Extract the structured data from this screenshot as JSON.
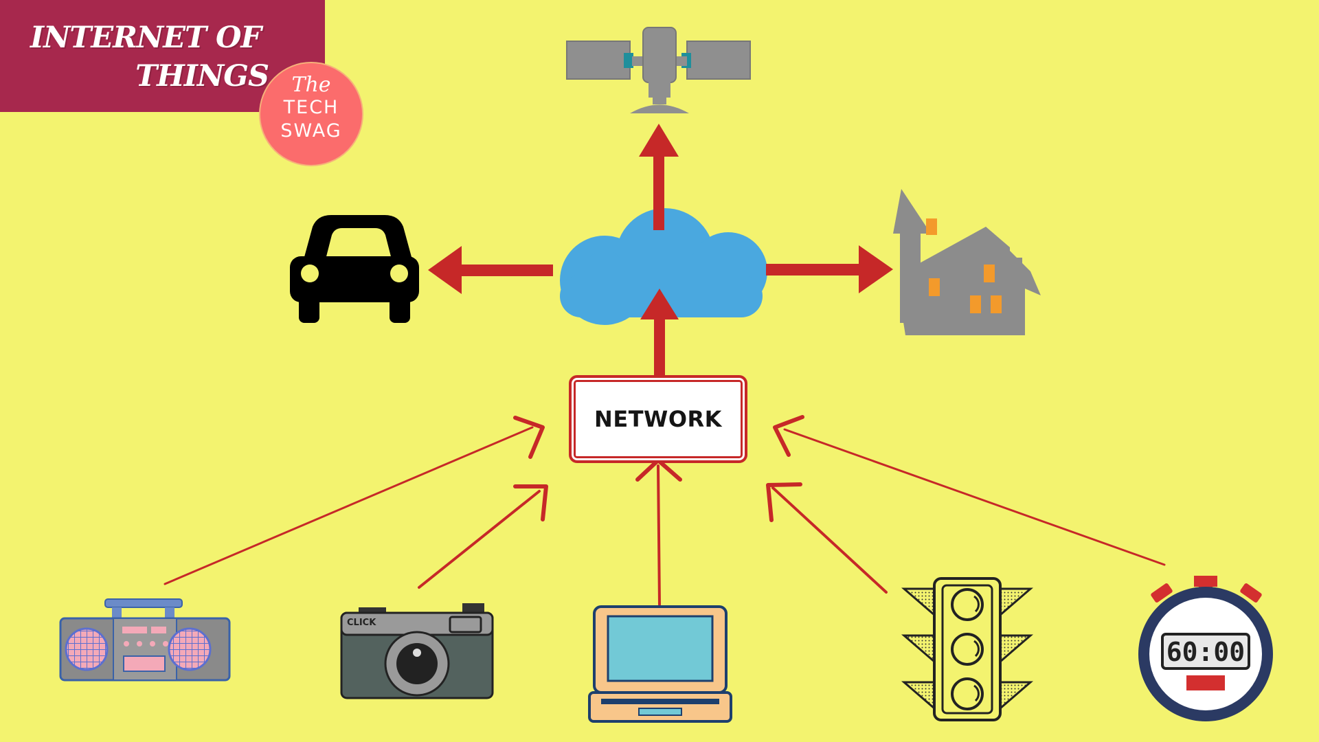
{
  "banner": {
    "line1": "INTERNET OF",
    "line2": "THINGS"
  },
  "logo": {
    "line1": "The",
    "line2": "TECH",
    "line3": "SWAG"
  },
  "network": {
    "label": "NETWORK"
  },
  "devices": {
    "camera_label": "CLICK",
    "stopwatch_display": "60:00"
  },
  "colors": {
    "background": "#f3f36f",
    "banner": "#a7284d",
    "logo": "#fb6c6c",
    "arrow": "#c62828",
    "cloud": "#4aa8df",
    "house": "#8c8c8c",
    "window": "#f39a2b"
  },
  "icons": [
    "satellite-icon",
    "cloud-icon",
    "car-icon",
    "house-icon",
    "boombox-icon",
    "camera-icon",
    "laptop-icon",
    "traffic-light-icon",
    "stopwatch-icon"
  ]
}
